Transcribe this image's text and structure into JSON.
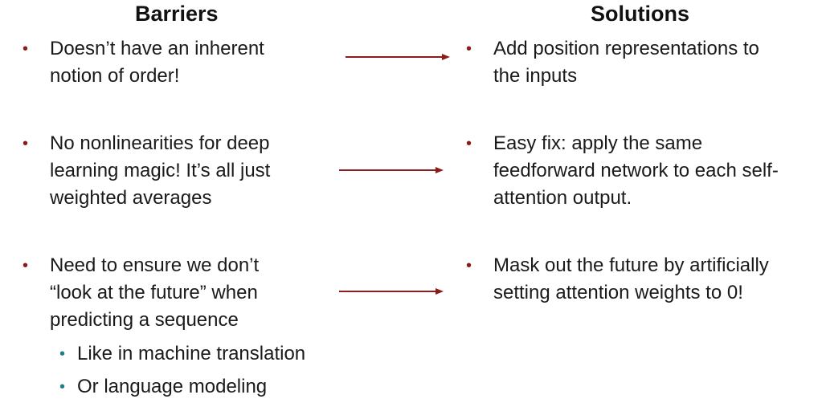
{
  "headings": {
    "barriers": "Barriers",
    "solutions": "Solutions"
  },
  "bullet_glyph": "•",
  "barriers": [
    {
      "lines": [
        "Doesn’t have an inherent",
        "notion of order!"
      ]
    },
    {
      "lines": [
        "No nonlinearities for deep",
        "learning magic! It’s all just",
        "weighted averages"
      ]
    },
    {
      "lines": [
        "Need to ensure we don’t",
        "“look at the future” when",
        "predicting a sequence"
      ],
      "subitems": [
        "Like in machine translation",
        "Or language modeling"
      ]
    }
  ],
  "solutions": [
    {
      "lines": [
        "Add position representations to",
        "the inputs"
      ]
    },
    {
      "lines": [
        "Easy fix: apply the same",
        "feedforward network to each self-",
        "attention output."
      ]
    },
    {
      "lines": [
        "Mask out the future by artificially",
        "setting attention weights to 0!"
      ]
    }
  ],
  "colors": {
    "main_bullet": "#8a1c1c",
    "sub_bullet": "#1e7f86",
    "arrow": "#8a1c1c"
  }
}
